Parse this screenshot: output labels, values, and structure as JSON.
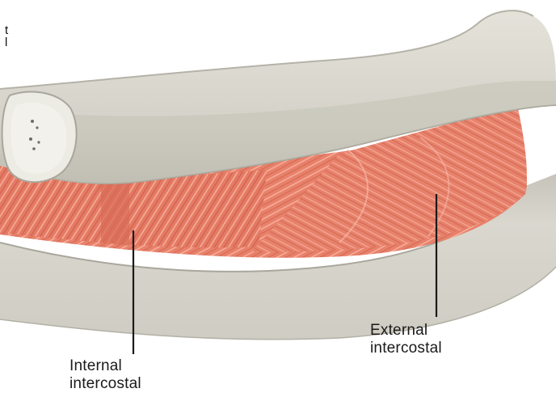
{
  "labels": {
    "internal": {
      "line1": "Internal",
      "line2": "intercostal"
    },
    "external": {
      "line1": "External",
      "line2": "intercostal"
    }
  },
  "cropped_text": {
    "line1": "t",
    "line2": "l"
  },
  "colors": {
    "rib": "#d4d2c8",
    "rib_shade": "#b9b7ad",
    "rib_light": "#e6e4dc",
    "muscle": "#e9806a",
    "muscle_dark": "#c95f4b",
    "muscle_light": "#f4a793",
    "leader_line": "#1a1a1a"
  }
}
